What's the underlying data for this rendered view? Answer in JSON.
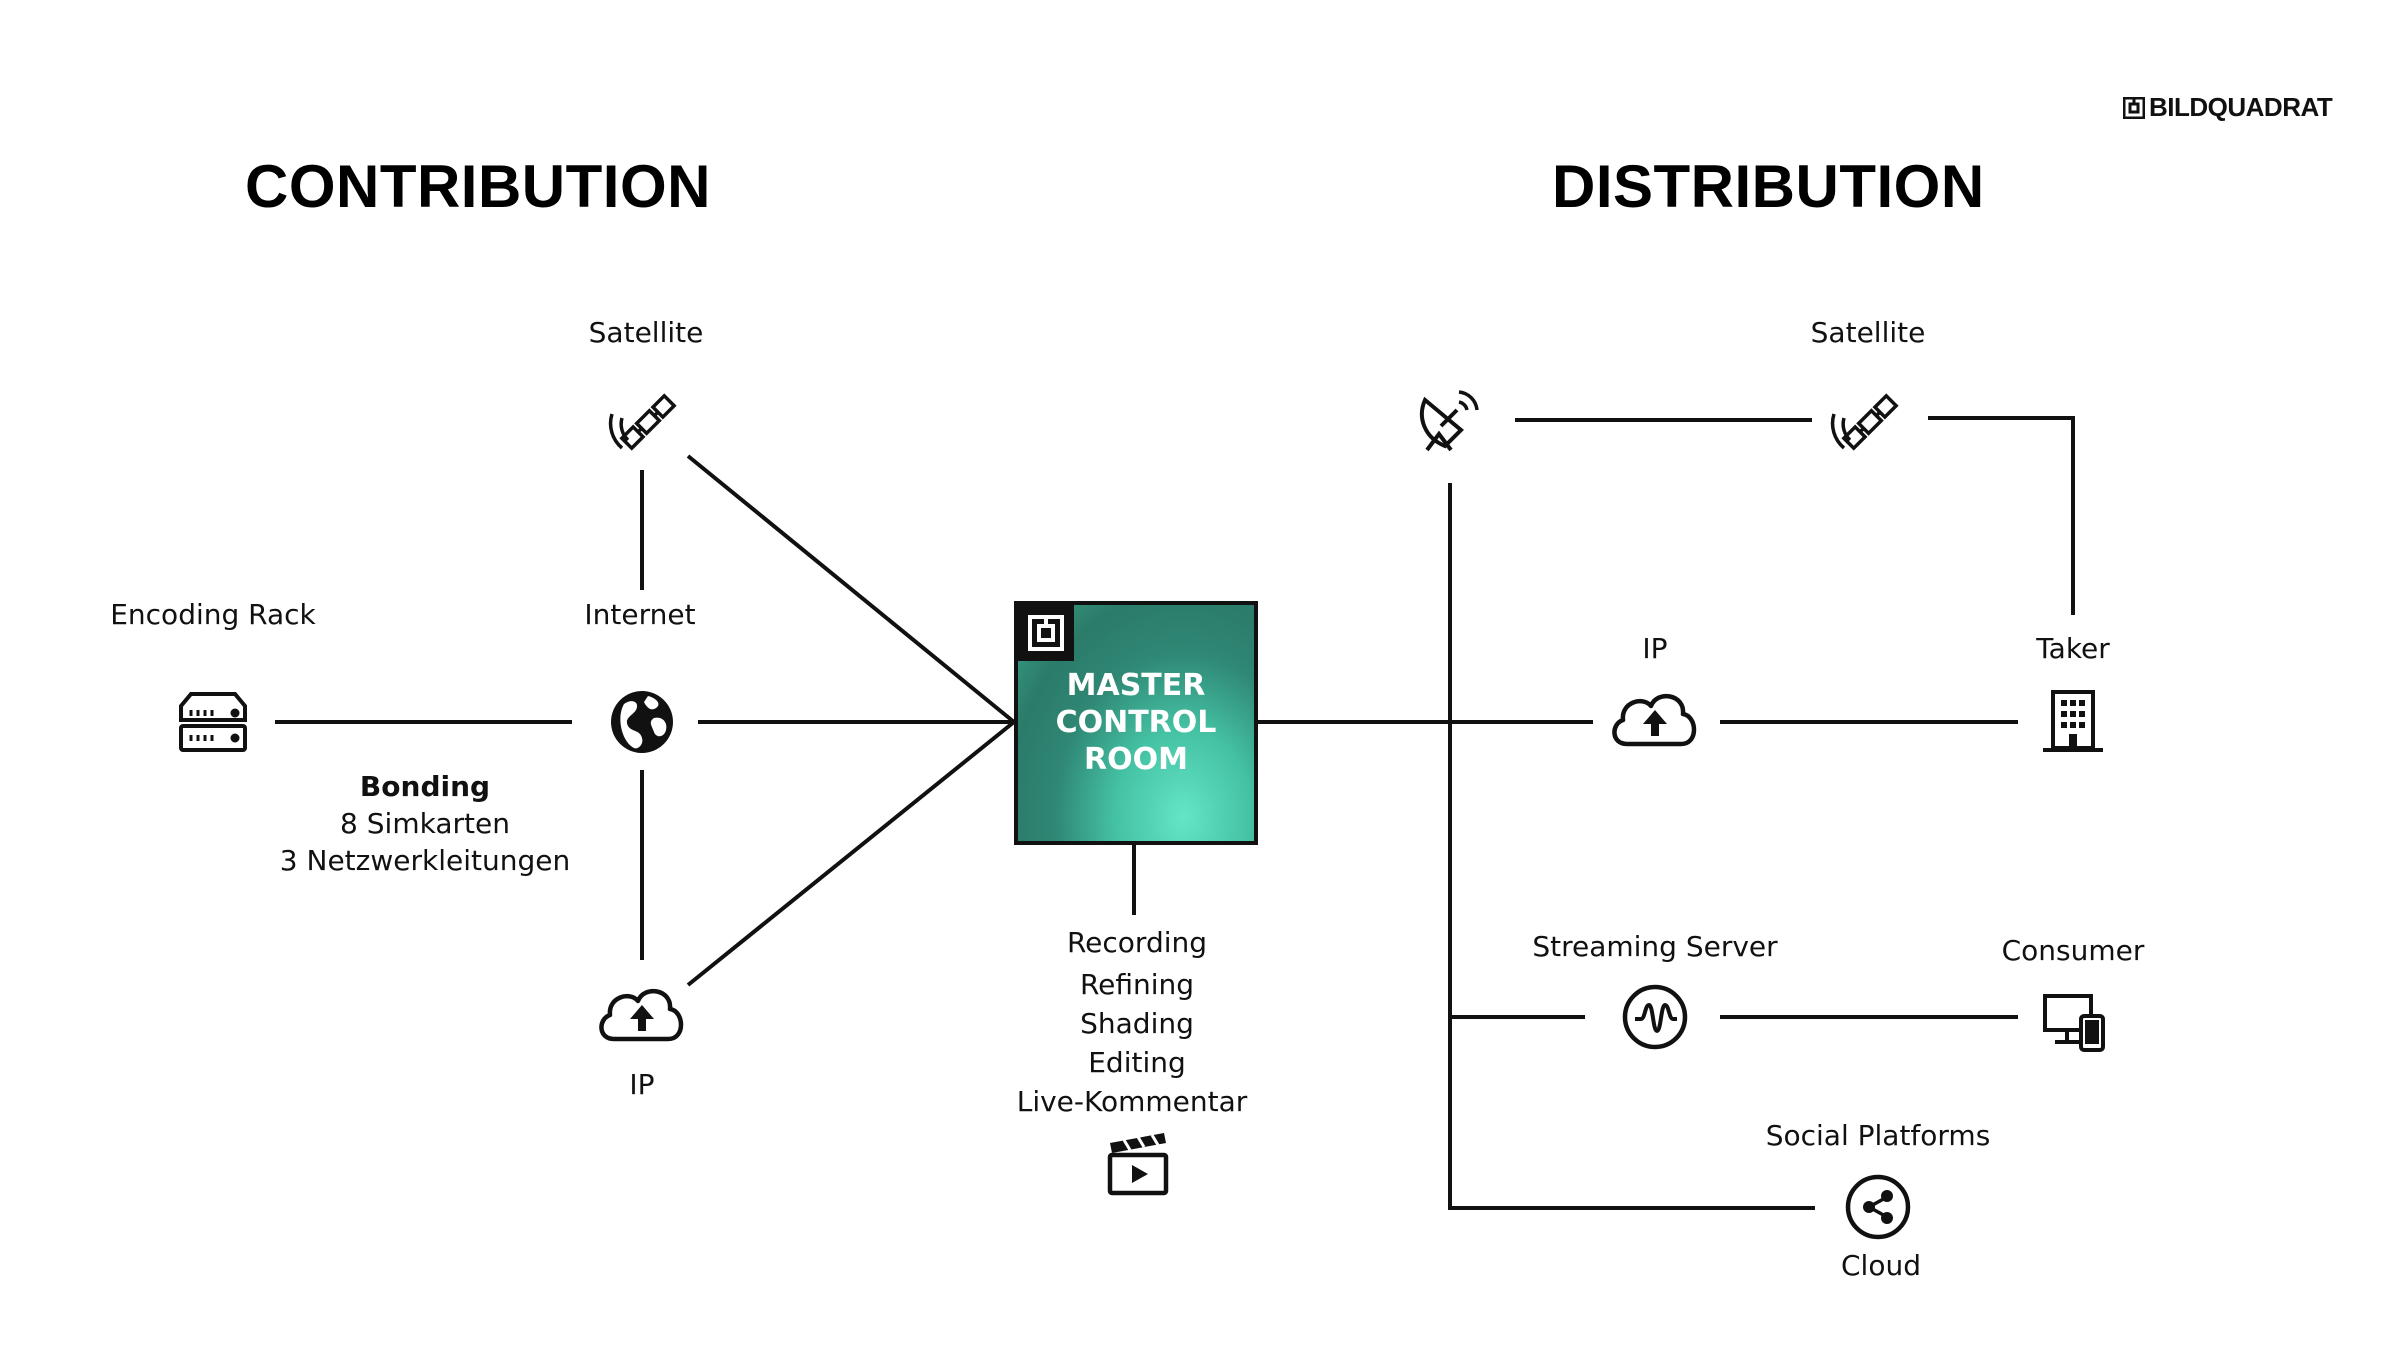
{
  "brand": "BILDQUADRAT",
  "headings": {
    "contribution": "CONTRIBUTION",
    "distribution": "DISTRIBUTION"
  },
  "contribution": {
    "encoding_rack": "Encoding Rack",
    "internet": "Internet",
    "satellite": "Satellite",
    "ip": "IP",
    "bonding_title": "Bonding",
    "bonding_lines": [
      "8 Simkarten",
      "3 Netzwerkleitungen"
    ]
  },
  "master": {
    "lines": [
      "MASTER",
      "CONTROL",
      "ROOM"
    ],
    "tasks": [
      "Recording",
      "Refining",
      "Shading",
      "Editing",
      "Live-Kommentar"
    ]
  },
  "distribution": {
    "satellite": "Satellite",
    "ip": "IP",
    "taker": "Taker",
    "streaming_server": "Streaming Server",
    "consumer": "Consumer",
    "social_platforms": "Social Platforms",
    "cloud": "Cloud"
  },
  "colors": {
    "line": "#111111",
    "accent_green": "#3aa487"
  },
  "icons": [
    "server-rack-icon",
    "globe-icon",
    "satellite-icon",
    "cloud-upload-icon",
    "satellite-dish-icon",
    "building-icon",
    "waveform-icon",
    "devices-icon",
    "share-icon",
    "clapperboard-icon"
  ]
}
